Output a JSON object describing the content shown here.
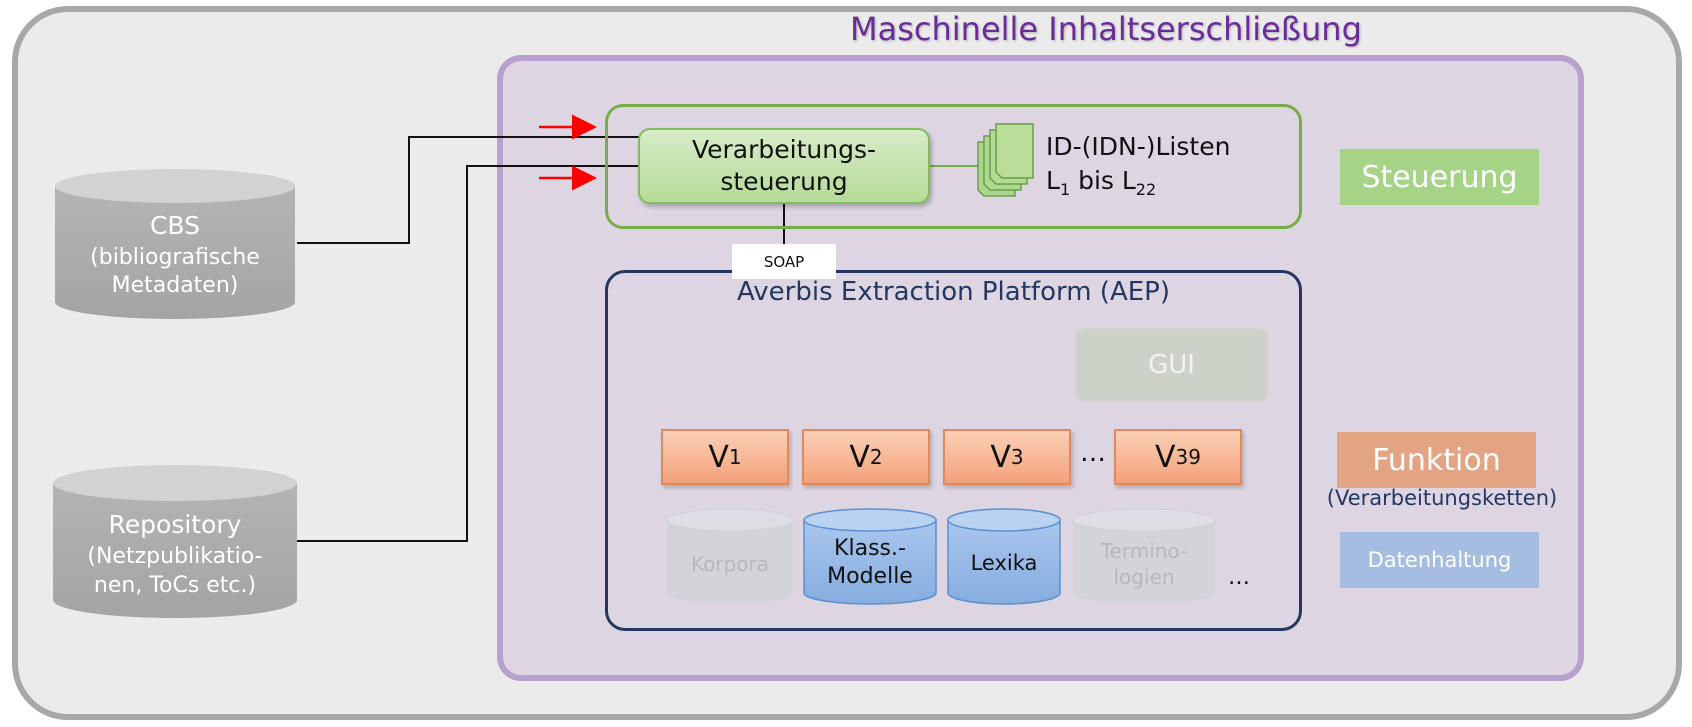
{
  "title": "Maschinelle Inhaltserschließung",
  "sources": {
    "cbs": {
      "name": "CBS",
      "desc1": "(bibliografische",
      "desc2": "Metadaten)"
    },
    "repository": {
      "name": "Repository",
      "desc1": "(Netzpublikatio-",
      "desc2": "nen, ToCs etc.)"
    }
  },
  "steuerung": {
    "verarbeitung_label": "Verarbeitungs-\nsteuerung",
    "id_list_line1": "ID-(IDN-)Listen",
    "id_list_line2_prefix": "L",
    "id_list_sub1": "1",
    "id_list_mid": " bis L",
    "id_list_sub2": "22"
  },
  "soap": "SOAP",
  "aep": {
    "title": "Averbis Extraction Platform (AEP)",
    "gui": "GUI",
    "chains": [
      {
        "letter": "V",
        "sub": "1"
      },
      {
        "letter": "V",
        "sub": "2"
      },
      {
        "letter": "V",
        "sub": "3"
      },
      {
        "letter": "V",
        "sub": "39"
      }
    ],
    "chains_ellipsis": "…",
    "stores": {
      "korpora": "Korpora",
      "klass1": "Klass.-",
      "klass2": "Modelle",
      "lexika": "Lexika",
      "termino1": "Termino-",
      "termino2": "logien"
    },
    "stores_ellipsis": "…"
  },
  "legend": {
    "steuerung": "Steuerung",
    "funktion": "Funktion",
    "funktion_sub": "(Verarbeitungsketten)",
    "datenhaltung": "Datenhaltung"
  },
  "colors": {
    "accent_purple": "#6a2c98",
    "steuerung_green": "#a6d486",
    "funktion_orange": "#e3a483",
    "daten_blue": "#a4bde1",
    "arrow_red": "#ff0000"
  }
}
